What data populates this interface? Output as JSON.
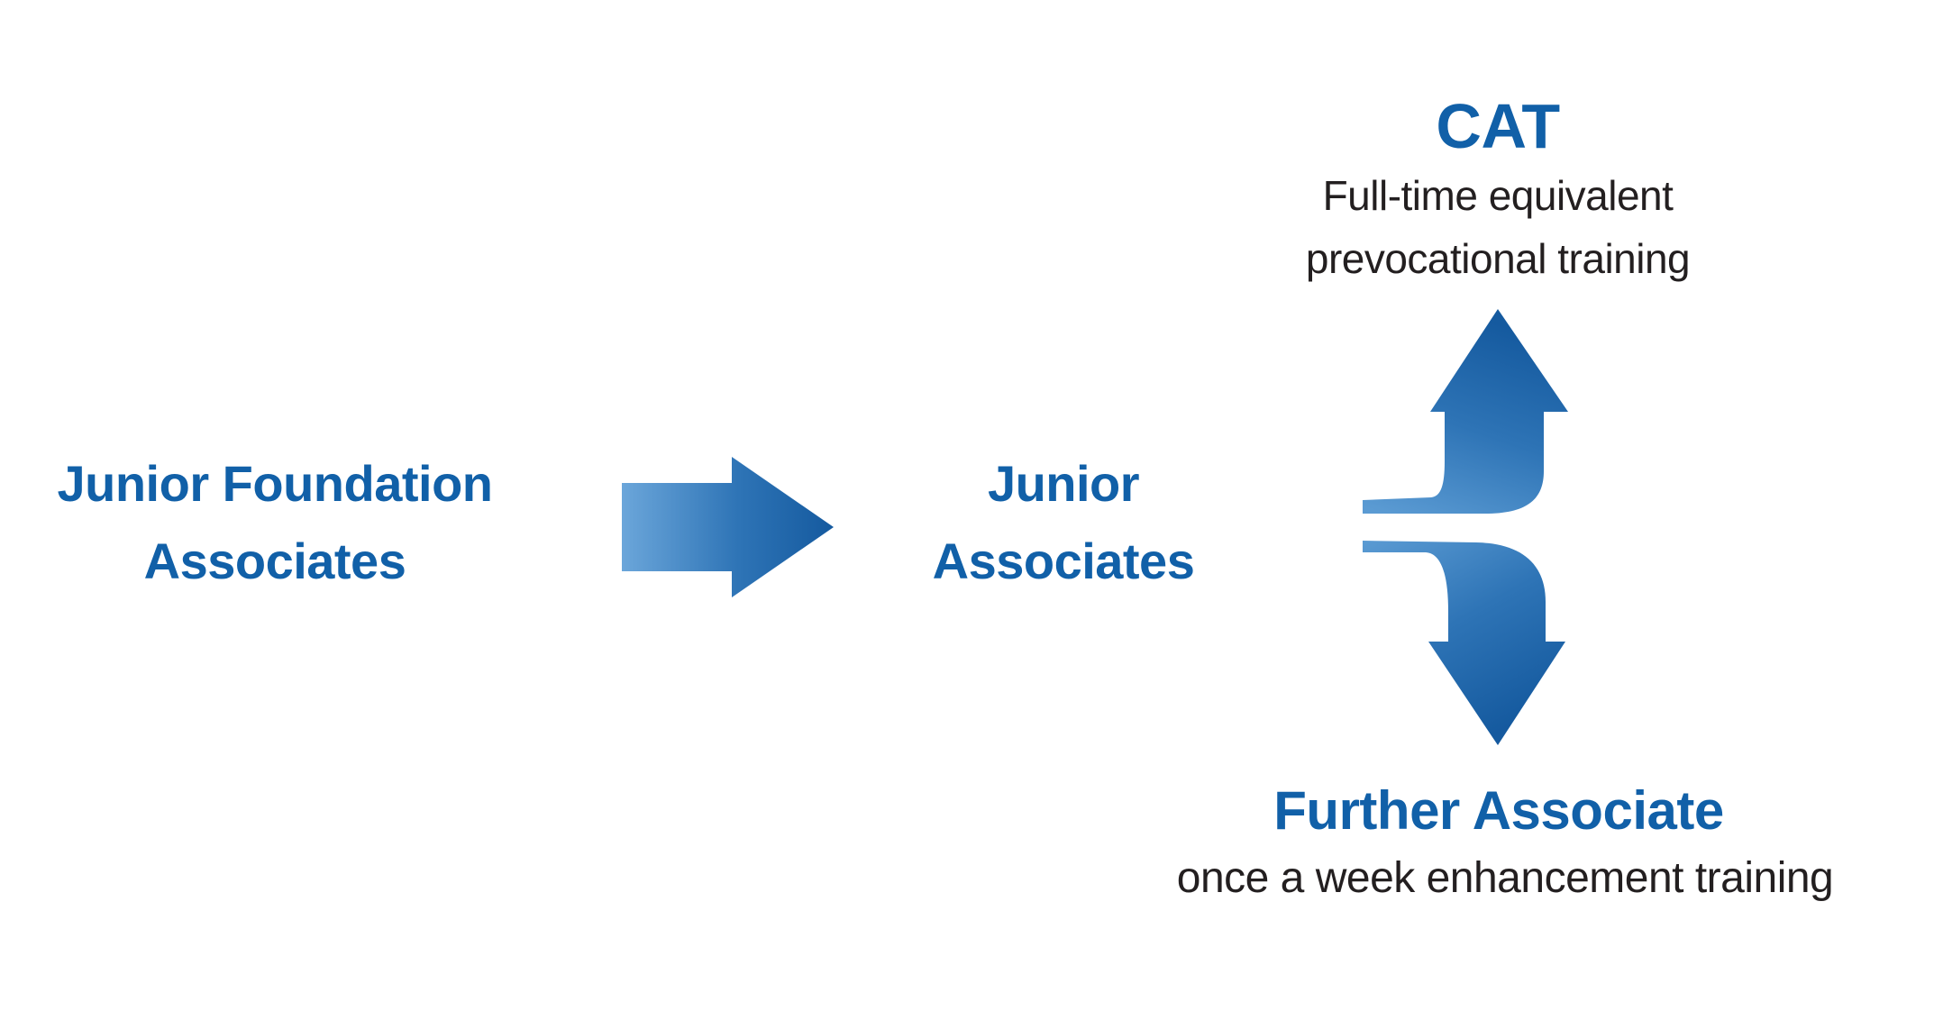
{
  "diagram": {
    "left_node": {
      "line1": "Junior Foundation",
      "line2": "Associates"
    },
    "center_node": {
      "line1": "Junior",
      "line2": "Associates"
    },
    "top_node": {
      "title": "CAT",
      "subtitle_line1": "Full-time equivalent",
      "subtitle_line2": "prevocational training"
    },
    "bottom_node": {
      "title": "Further Associate",
      "subtitle": "once a week enhancement training"
    }
  },
  "icons": {
    "right_arrow": "right-arrow-icon",
    "up_curved_arrow": "up-curved-arrow-icon",
    "down_curved_arrow": "down-curved-arrow-icon"
  },
  "colors": {
    "heading_blue": "#1160a8",
    "body_black": "#231f20",
    "arrow_gradient_light": "#6ba6da",
    "arrow_gradient_dark": "#155a9f",
    "background": "#ffffff"
  }
}
